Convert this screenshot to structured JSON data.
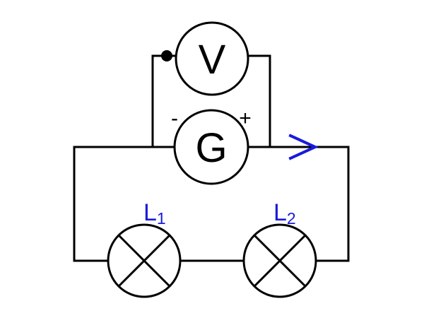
{
  "diagram": {
    "voltmeter": {
      "symbol": "V"
    },
    "galvanometer": {
      "symbol": "G",
      "negative_terminal": "-",
      "positive_terminal": "+"
    },
    "lamps": [
      {
        "letter": "L",
        "subscript": "1"
      },
      {
        "letter": "L",
        "subscript": "2"
      }
    ],
    "current_direction": "right",
    "colors": {
      "wire": "#000000",
      "label_accent": "#1a1adb",
      "background": "#ffffff"
    }
  }
}
